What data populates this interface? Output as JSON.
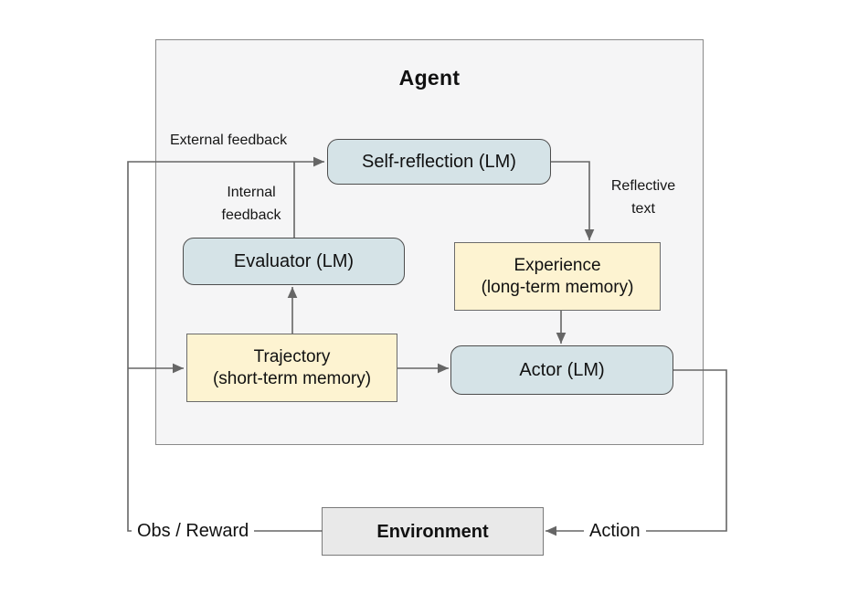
{
  "diagram": {
    "agent_title": "Agent",
    "nodes": {
      "self_reflection": {
        "label": "Self-reflection (LM)"
      },
      "evaluator": {
        "label": "Evaluator (LM)"
      },
      "experience": {
        "label": "Experience",
        "sublabel": "(long-term memory)"
      },
      "trajectory": {
        "label": "Trajectory",
        "sublabel": "(short-term memory)"
      },
      "actor": {
        "label": "Actor (LM)"
      },
      "environment": {
        "label": "Environment"
      }
    },
    "edge_labels": {
      "external_feedback": "External feedback",
      "internal_feedback_line1": "Internal",
      "internal_feedback_line2": "feedback",
      "reflective_line1": "Reflective",
      "reflective_line2": "text",
      "obs_reward": "Obs / Reward",
      "action": "Action"
    },
    "edges": [
      {
        "from": "environment",
        "to": "self_reflection",
        "label": "External feedback / Obs / Reward"
      },
      {
        "from": "environment",
        "to": "trajectory",
        "label": "Obs / Reward"
      },
      {
        "from": "evaluator",
        "to": "self_reflection",
        "label": "Internal feedback"
      },
      {
        "from": "trajectory",
        "to": "evaluator",
        "label": ""
      },
      {
        "from": "trajectory",
        "to": "actor",
        "label": ""
      },
      {
        "from": "self_reflection",
        "to": "experience",
        "label": "Reflective text"
      },
      {
        "from": "experience",
        "to": "actor",
        "label": ""
      },
      {
        "from": "actor",
        "to": "environment",
        "label": "Action"
      }
    ],
    "colors": {
      "lm_box_fill": "#d5e3e7",
      "memory_box_fill": "#fdf3d1",
      "agent_box_fill": "#f5f5f6",
      "environment_fill": "#e9e9e9",
      "line": "#666666",
      "border_dark": "#4d4d4d",
      "border_gray": "#7a7a7a"
    }
  }
}
